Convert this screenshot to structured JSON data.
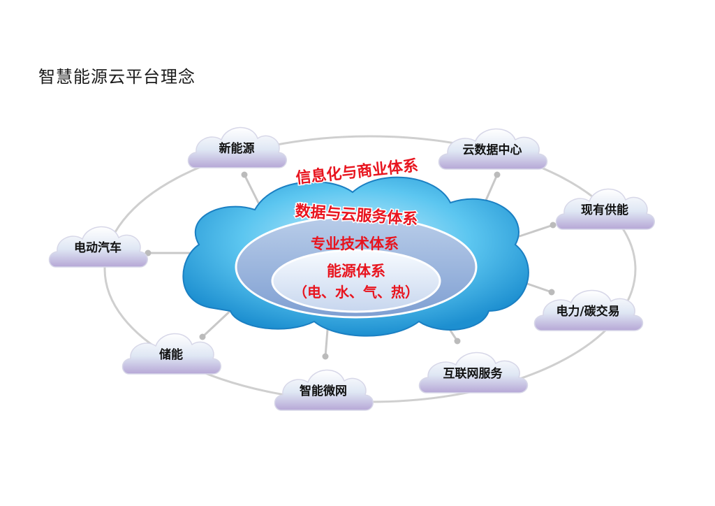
{
  "title": "智慧能源云平台理念",
  "center": {
    "outer_label": "信息化与商业体系",
    "ring1_label": "数据与云服务体系",
    "ring2_label": "专业技术体系",
    "core_label": "能源体系",
    "core_sub": "（电、水、气、热）"
  },
  "satellites": [
    {
      "id": "new-energy",
      "label": "新能源"
    },
    {
      "id": "cloud-datacenter",
      "label": "云数据中心"
    },
    {
      "id": "existing-supply",
      "label": "现有供能"
    },
    {
      "id": "power-carbon-trading",
      "label": "电力/碳交易"
    },
    {
      "id": "internet-services",
      "label": "互联网服务"
    },
    {
      "id": "smart-microgrid",
      "label": "智能微网"
    },
    {
      "id": "energy-storage",
      "label": "储能"
    },
    {
      "id": "electric-vehicle",
      "label": "电动汽车"
    }
  ]
}
